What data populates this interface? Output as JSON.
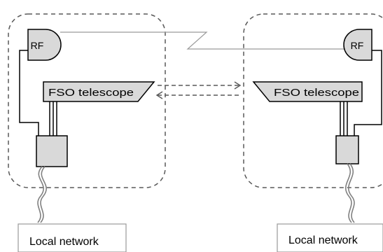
{
  "labels": {
    "rf_left": "RF",
    "rf_right": "RF",
    "telescope_left": "FSO telescope",
    "telescope_right": "FSO telescope",
    "network_left": "Local network",
    "network_right": "Local network"
  },
  "colors": {
    "background": "#ffffff",
    "stroke": "#000000",
    "dashed_boundary": "#595959",
    "fill_gray": "#d9d9d9",
    "link_line": "#9a9a9a",
    "text": "#000000"
  },
  "icons": {
    "rf_antenna": "rf-antenna-icon",
    "telescope": "fso-telescope-icon",
    "terminal": "terminal-box-icon"
  }
}
